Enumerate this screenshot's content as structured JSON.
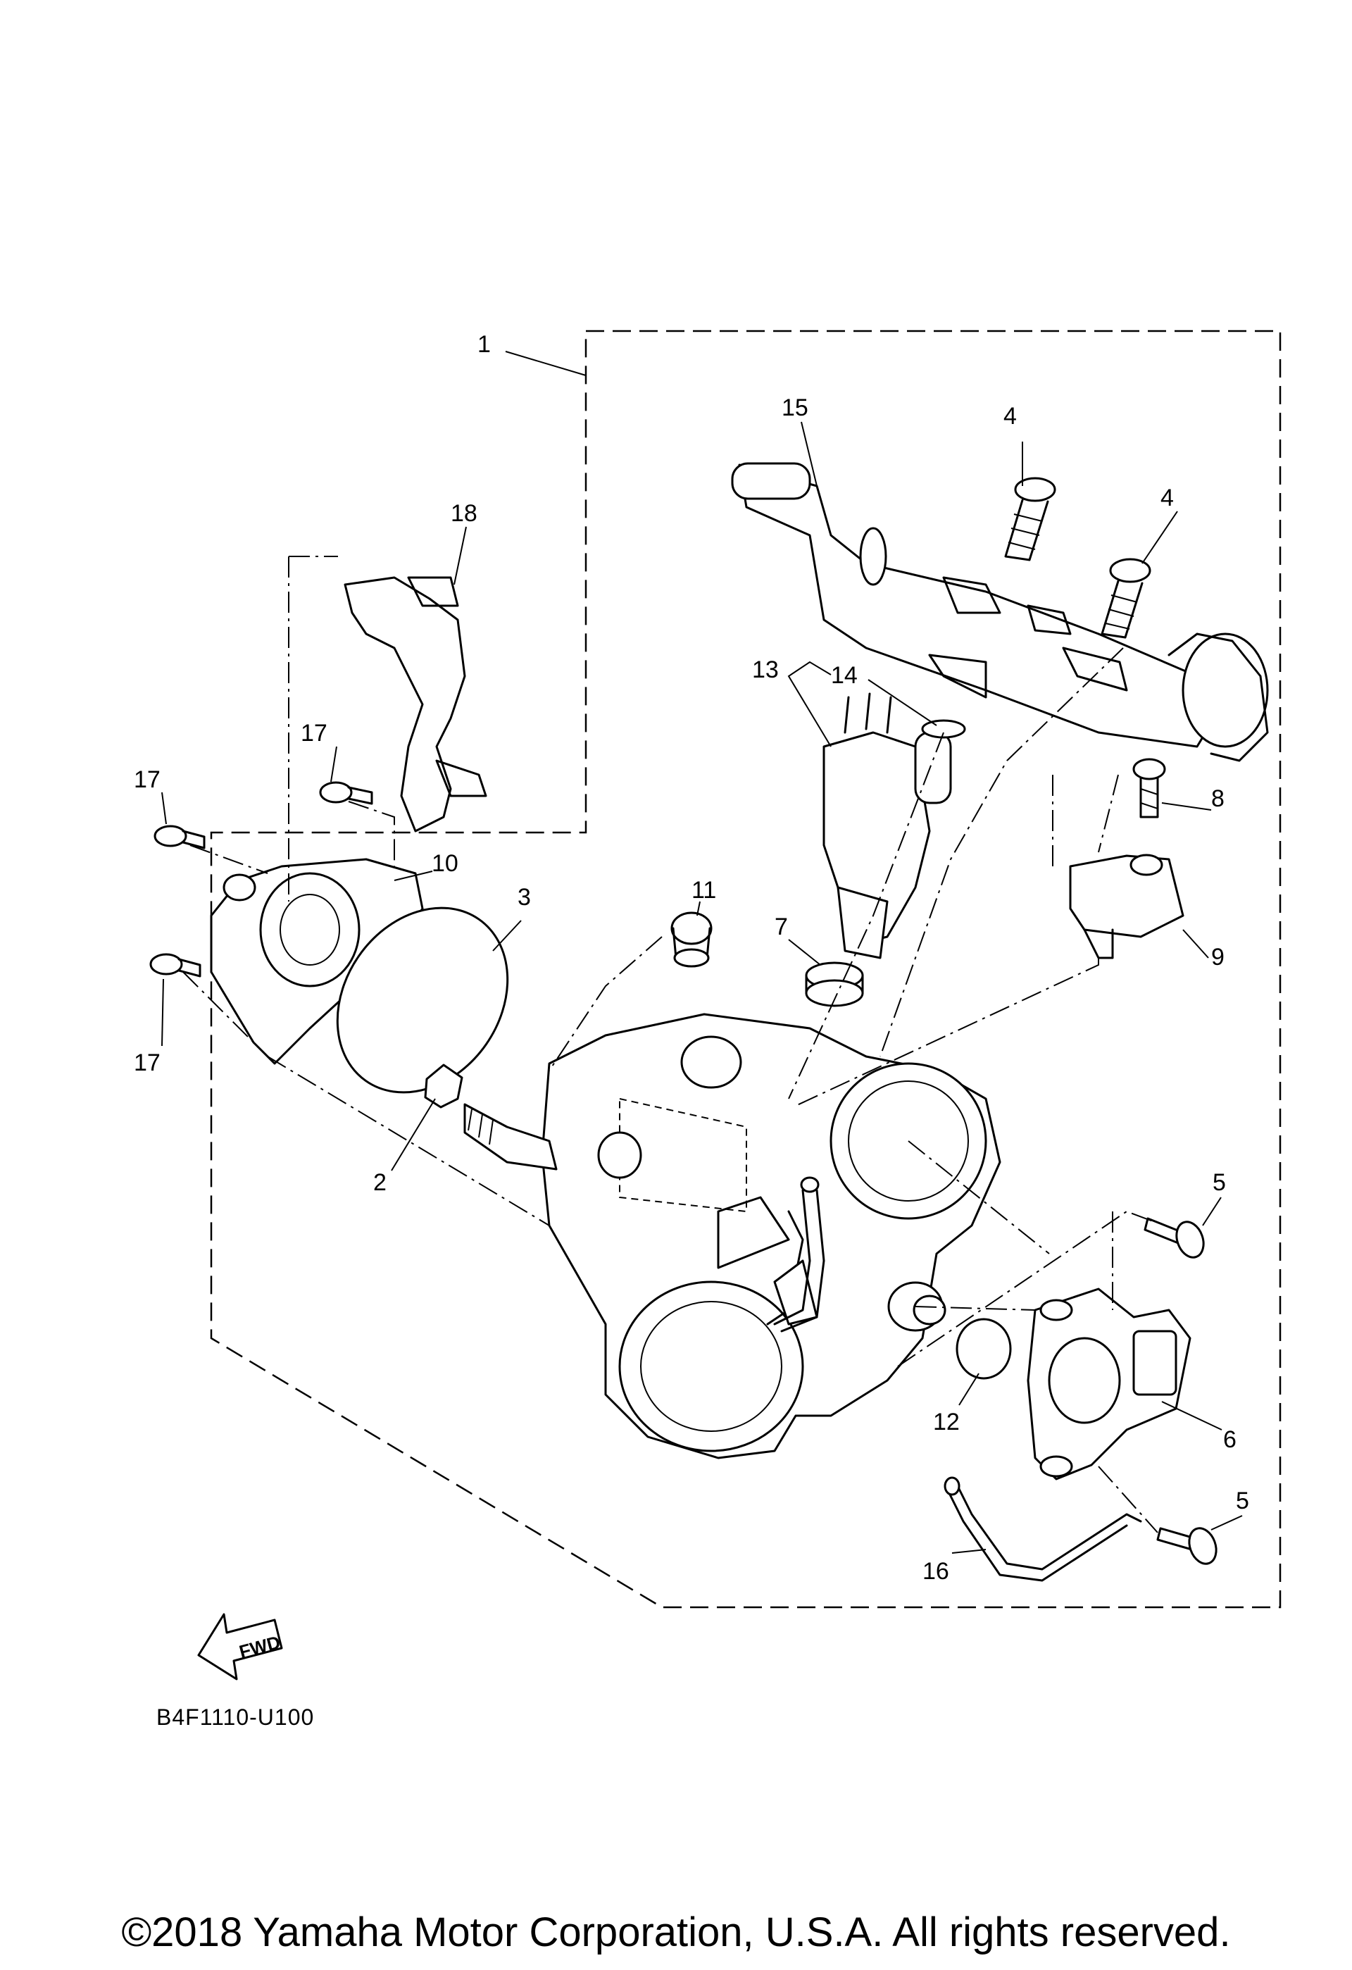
{
  "callouts": {
    "c1": "1",
    "c2": "2",
    "c3": "3",
    "c4a": "4",
    "c4b": "4",
    "c5a": "5",
    "c5b": "5",
    "c6": "6",
    "c7": "7",
    "c8": "8",
    "c9": "9",
    "c10": "10",
    "c11": "11",
    "c12": "12",
    "c13": "13",
    "c14": "14",
    "c15": "15",
    "c16": "16",
    "c17a": "17",
    "c17b": "17",
    "c17c": "17",
    "c18": "18"
  },
  "fwd_label": "FWD",
  "diagram_code": "B4F1110-U100",
  "copyright": "©2018 Yamaha Motor Corporation, U.S.A. All rights reserved."
}
